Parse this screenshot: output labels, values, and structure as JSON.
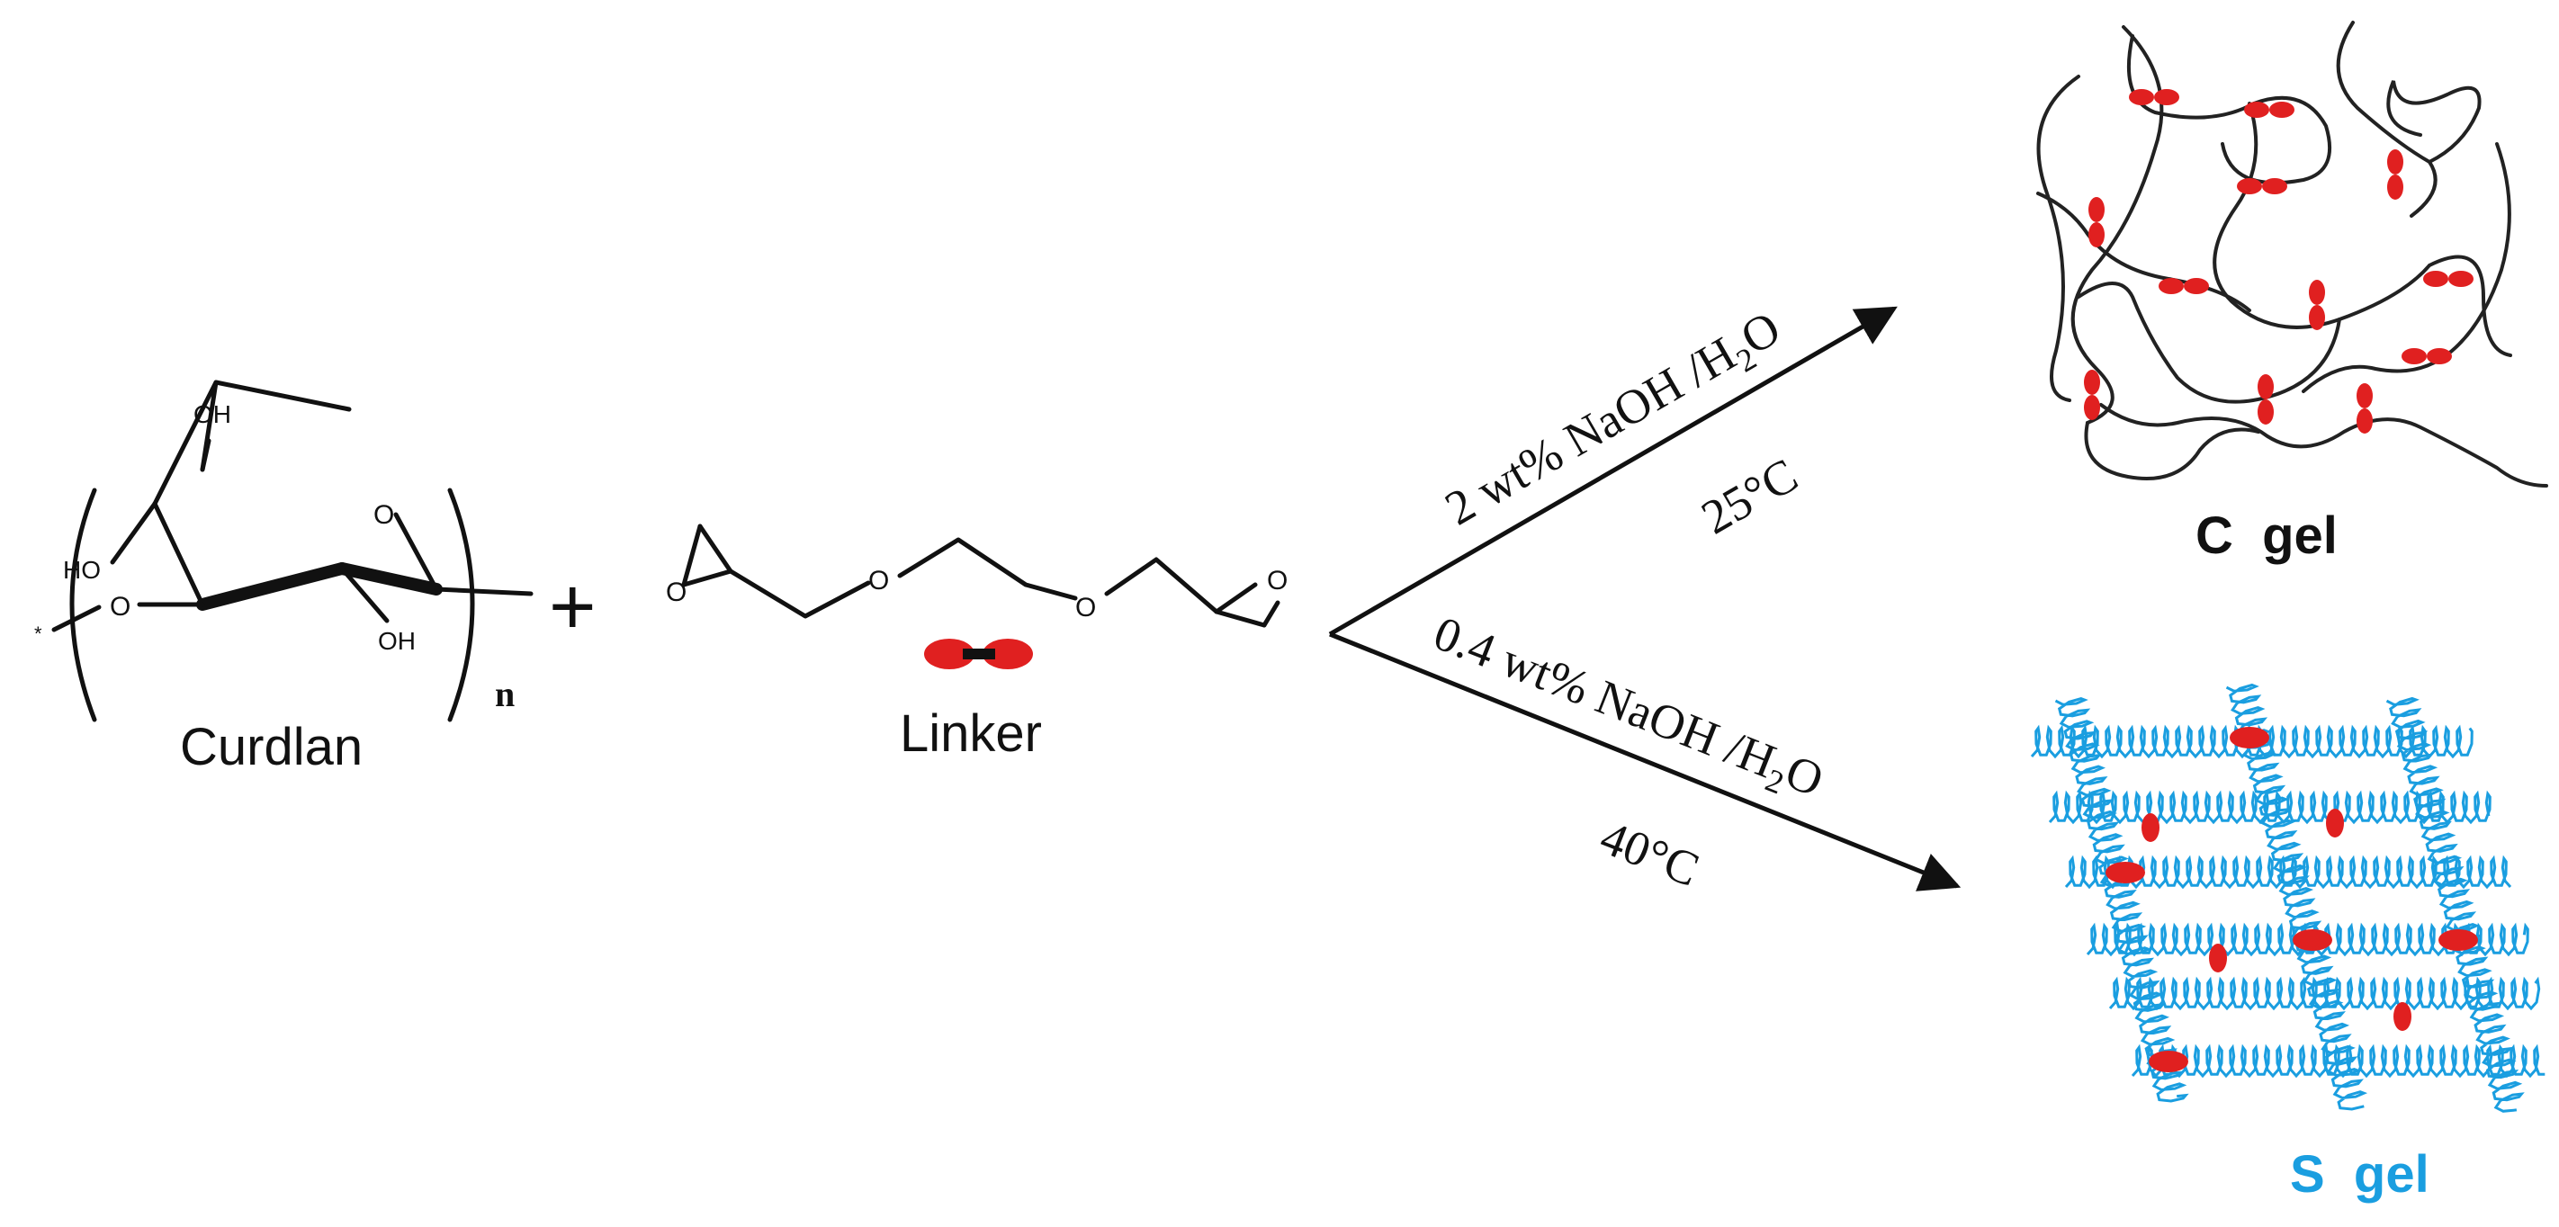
{
  "curdlan": {
    "label": "Curdlan",
    "atoms": {
      "oh_top": "OH",
      "ho_left": "HO",
      "oh_bottom": "OH",
      "o_ring": "O",
      "o_link": "O",
      "star": "*"
    },
    "repeat_subscript": "n"
  },
  "plus_sign": "+",
  "linker": {
    "label": "Linker",
    "atoms": {
      "o_epoxide_left": "O",
      "o_ether_1": "O",
      "o_ether_2": "O",
      "o_epoxide_right": "O"
    }
  },
  "reaction_upper": {
    "reagent_main": "2 wt% NaOH /H",
    "reagent_sub": "2",
    "reagent_end": "O",
    "temperature": "25°C"
  },
  "reaction_lower": {
    "reagent_main": "0.4 wt% NaOH /H",
    "reagent_sub": "2",
    "reagent_end": "O",
    "temperature": "40°C"
  },
  "products": {
    "c_gel": {
      "label": "C  gel",
      "color": "#111111"
    },
    "s_gel": {
      "label": "S  gel",
      "color": "#1a9ee0"
    }
  },
  "colors": {
    "linker_red": "#e02020",
    "helix_blue": "#1a9ee0",
    "ink": "#111111"
  }
}
